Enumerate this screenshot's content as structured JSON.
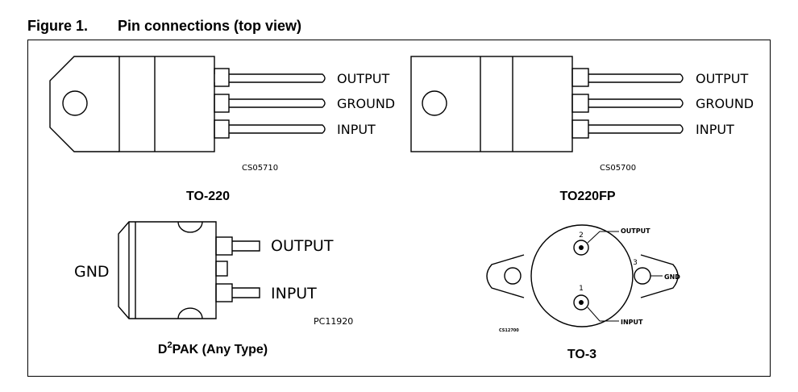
{
  "figure": {
    "number": "Figure 1.",
    "title": "Pin connections (top view)"
  },
  "packages": {
    "to220": {
      "name": "TO-220",
      "code": "CS05710",
      "pins": [
        "OUTPUT",
        "GROUND",
        "INPUT"
      ]
    },
    "to220fp": {
      "name": "TO220FP",
      "code": "CS05700",
      "pins": [
        "OUTPUT",
        "GROUND",
        "INPUT"
      ]
    },
    "d2pak": {
      "name_prefix": "D",
      "name_sup": "2",
      "name_rest": "PAK (Any Type)",
      "code": "PC11920",
      "pins": [
        "OUTPUT",
        "INPUT"
      ],
      "tab_label": "GND"
    },
    "to3": {
      "name": "TO-3",
      "code": "CS12700",
      "pin_numbers": [
        "2",
        "1",
        "3"
      ],
      "pins": [
        "OUTPUT",
        "INPUT",
        "GND"
      ]
    }
  }
}
